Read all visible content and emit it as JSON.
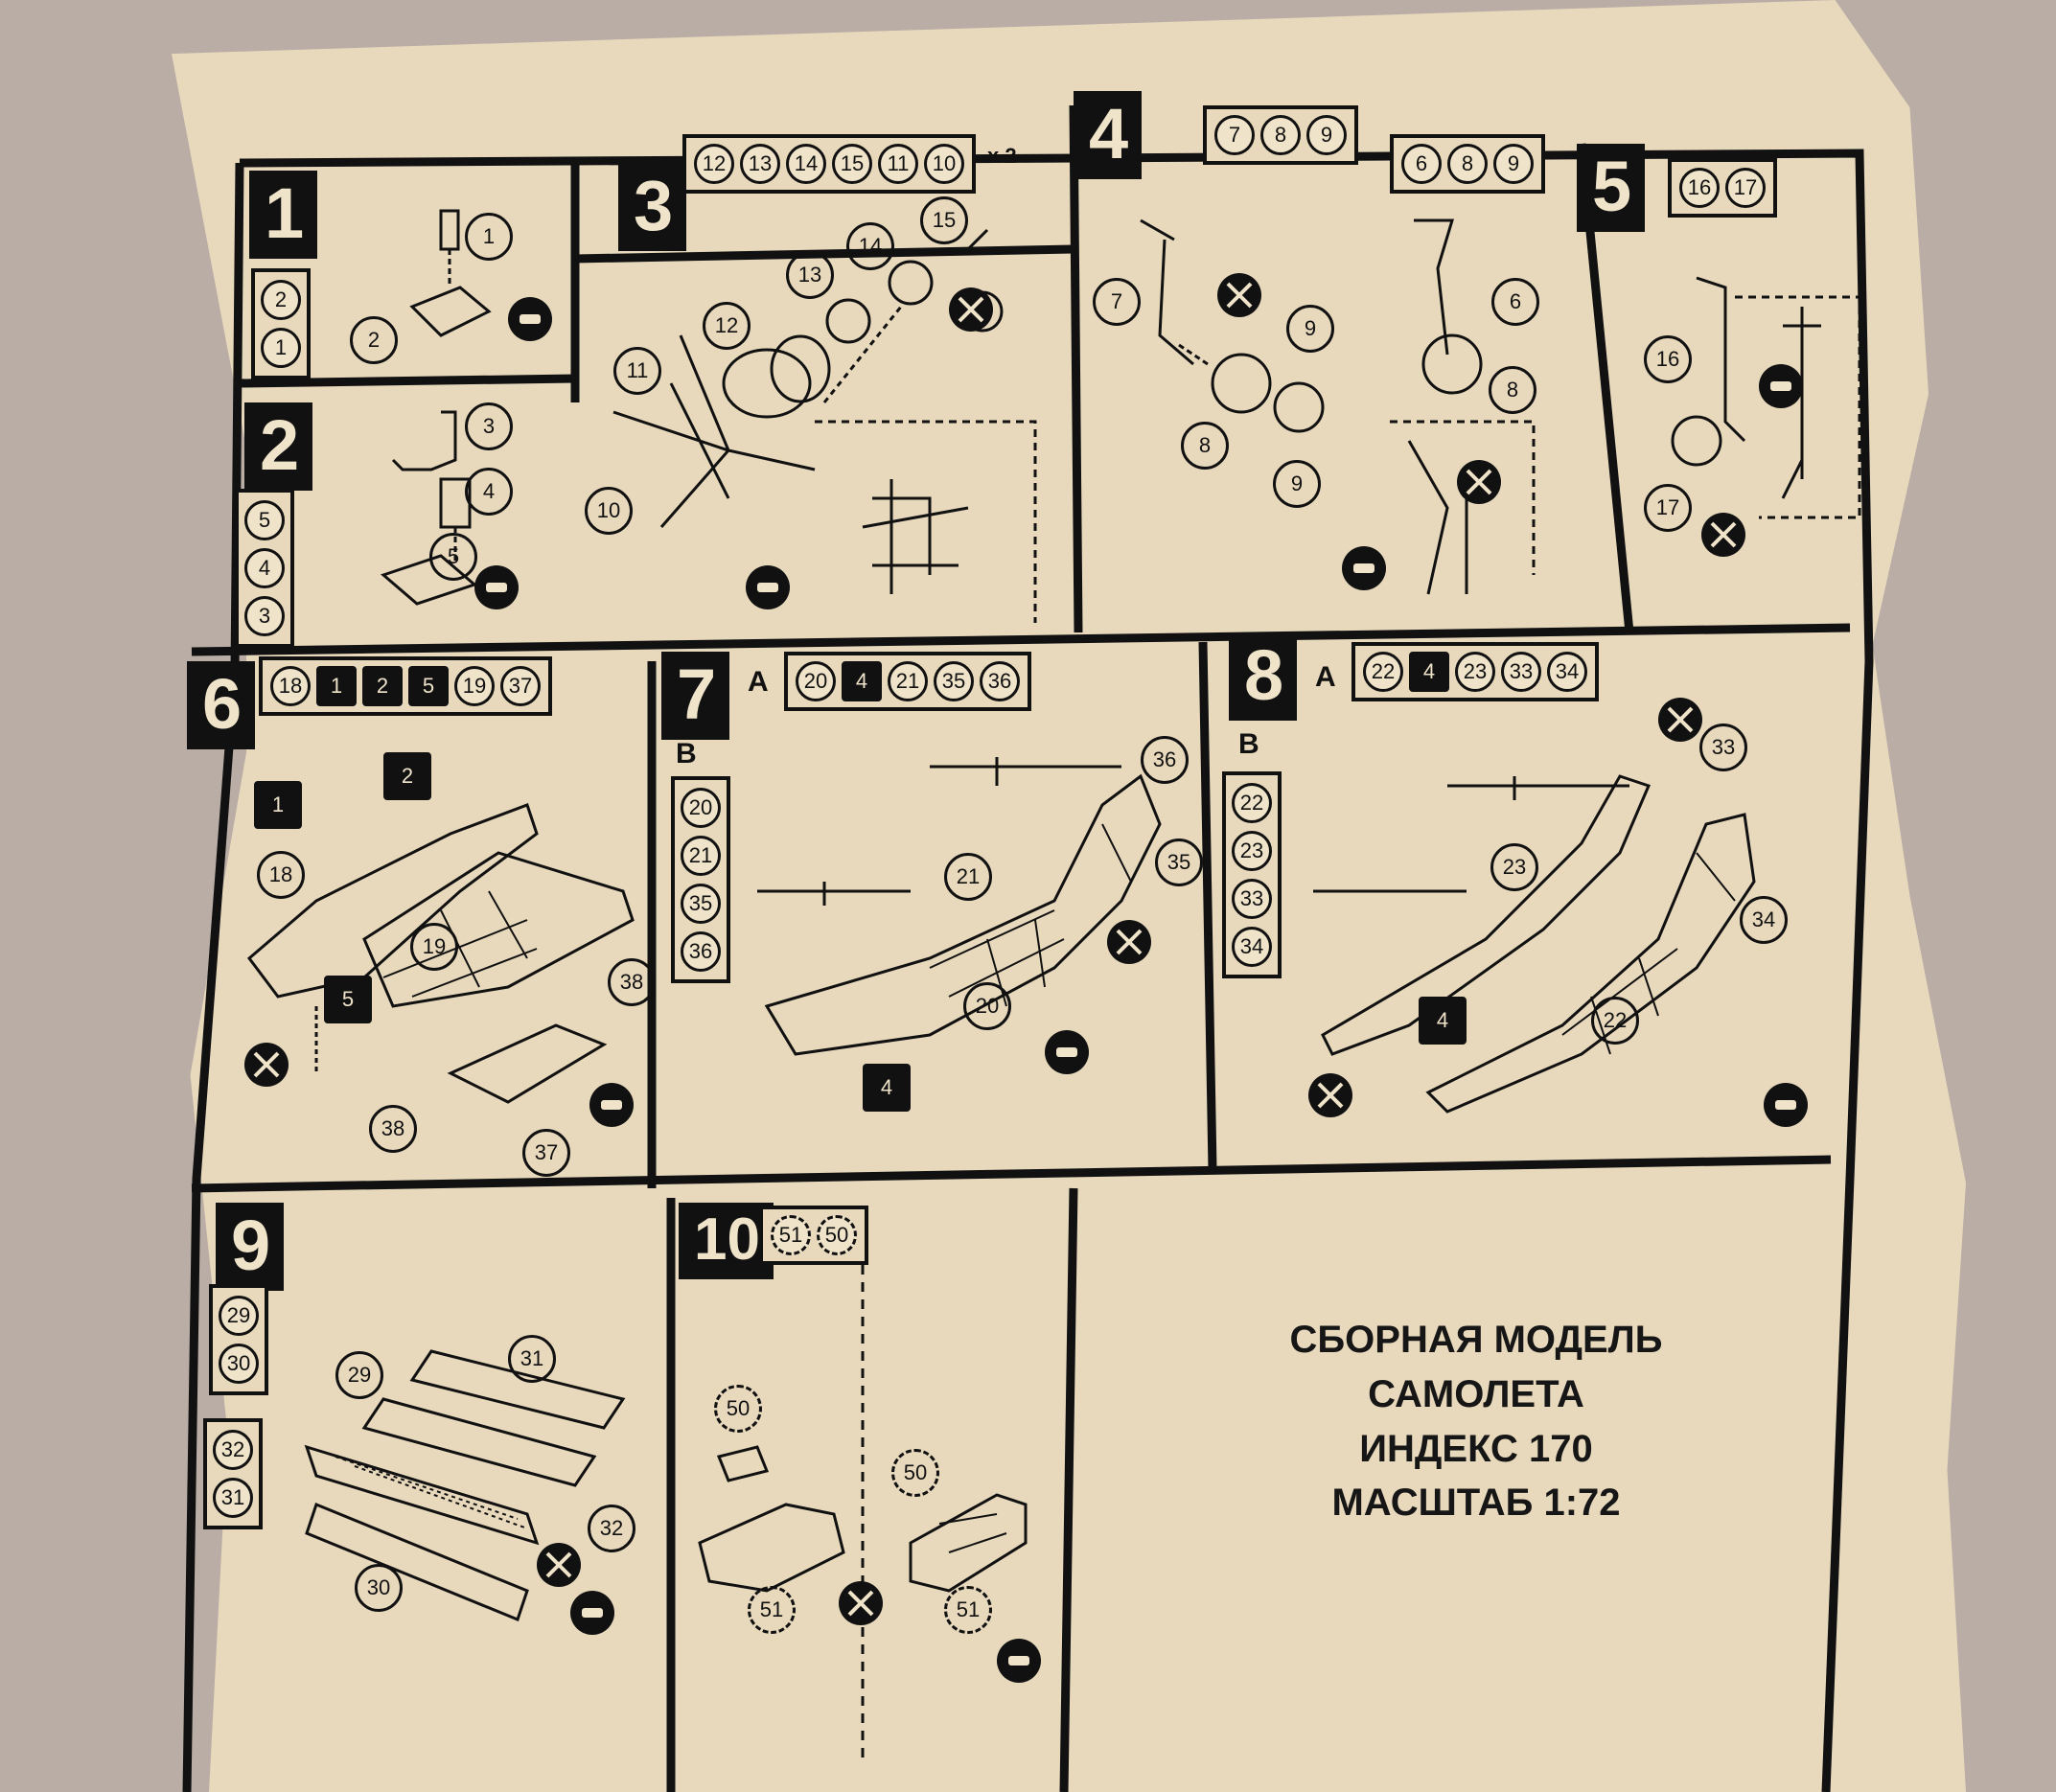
{
  "title": {
    "line1": "СБОРНАЯ МОДЕЛЬ",
    "line2": "САМОЛЕТА",
    "line3": "ИНДЕКС 170",
    "line4": "МАСШТАБ 1:72"
  },
  "steps": [
    {
      "number": "1",
      "parts": [
        "2",
        "1"
      ],
      "callouts": [
        "1",
        "2"
      ]
    },
    {
      "number": "2",
      "parts": [
        "5",
        "4",
        "3"
      ],
      "callouts": [
        "3",
        "4",
        "5"
      ]
    },
    {
      "number": "3",
      "parts": [
        "12",
        "13",
        "14",
        "15",
        "11",
        "10"
      ],
      "multiplier": "x 2",
      "callouts": [
        "15",
        "14",
        "13",
        "12",
        "11",
        "10"
      ]
    },
    {
      "number": "4",
      "parts_a": [
        "7",
        "8",
        "9"
      ],
      "parts_b": [
        "6",
        "8",
        "9"
      ],
      "callouts": [
        "7",
        "8",
        "9",
        "9",
        "6",
        "8"
      ]
    },
    {
      "number": "5",
      "parts": [
        "16",
        "17"
      ],
      "callouts": [
        "16",
        "17"
      ]
    },
    {
      "number": "6",
      "parts": [
        "18",
        "1",
        "2",
        "5",
        "19",
        "37"
      ],
      "callouts": [
        "1",
        "2",
        "18",
        "19",
        "5",
        "38",
        "38",
        "37"
      ]
    },
    {
      "number": "7",
      "group_a": "A",
      "parts_a": [
        "20",
        "4",
        "21",
        "35",
        "36"
      ],
      "group_b": "B",
      "parts_b": [
        "20",
        "21",
        "35",
        "36"
      ],
      "callouts": [
        "36",
        "21",
        "35",
        "20",
        "4"
      ]
    },
    {
      "number": "8",
      "group_a": "A",
      "parts_a": [
        "22",
        "4",
        "23",
        "33",
        "34"
      ],
      "group_b": "B",
      "parts_b": [
        "22",
        "23",
        "33",
        "34"
      ],
      "callouts": [
        "33",
        "23",
        "34",
        "22",
        "4"
      ]
    },
    {
      "number": "9",
      "parts": [
        "29",
        "30",
        "32",
        "31"
      ],
      "callouts": [
        "31",
        "29",
        "32",
        "30"
      ]
    },
    {
      "number": "10",
      "parts": [
        "51",
        "50"
      ],
      "callouts": [
        "50",
        "50",
        "51",
        "51"
      ]
    }
  ]
}
